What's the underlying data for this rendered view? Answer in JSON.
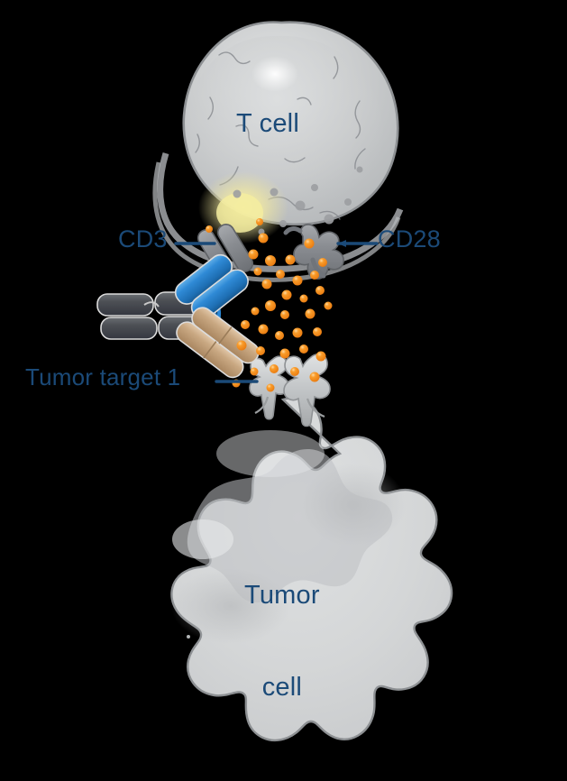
{
  "figure": {
    "type": "biological-mechanism-diagram",
    "subject": "T-cell engager bispecific antibody bridging a T cell and a tumor cell",
    "background_color": "#000000"
  },
  "colors": {
    "label_navy": "#1b4a78",
    "leader_line": "#1b4a78",
    "tcell_body": "#c9cbcc",
    "tcell_membrane": "#8d9093",
    "tumorcell_body": "#d2d4d5",
    "tumorcell_outline": "#8d9093",
    "antibody_fc_dark": "#4a4d52",
    "antibody_cd3_arm_blue": "#2a86d4",
    "antibody_tumor_arm_tan": "#c6a684",
    "receptor_gray": "#8a8d91",
    "tumor_receptor_gray": "#bfc2c4",
    "cytokine_orange": "#f28c1c",
    "activation_glow_yellow": "#f2ec9a"
  },
  "labels": {
    "tcell": "T cell",
    "tumorcell_line1": "Tumor",
    "tumorcell_line2": "cell",
    "cd3": "CD3",
    "cd28": "CD28",
    "tumor_target": "Tumor target 1"
  },
  "elements": {
    "tcell": {
      "name": "T cell",
      "position": "top",
      "features": [
        "granules",
        "membrane folds",
        "activation glow"
      ]
    },
    "tumorcell": {
      "name": "Tumor cell",
      "position": "bottom",
      "features": [
        "lobed membrane",
        "internal shading"
      ]
    },
    "antibody": {
      "name": "bispecific T-cell engager",
      "arms": [
        {
          "name": "CD3-binding arm",
          "color": "#2a86d4",
          "binds": "CD3"
        },
        {
          "name": "Tumor-target-binding arm",
          "color": "#c6a684",
          "binds": "Tumor target 1"
        }
      ],
      "fc": {
        "name": "Fc region",
        "color": "#4a4d52"
      }
    },
    "receptors": [
      {
        "name": "CD3",
        "on": "T cell"
      },
      {
        "name": "CD28",
        "on": "T cell"
      },
      {
        "name": "Tumor target 1",
        "on": "Tumor cell",
        "count": 2
      }
    ],
    "cytokines": {
      "name": "secreted cytokines / granules",
      "color": "#f28c1c",
      "count": 34
    }
  }
}
